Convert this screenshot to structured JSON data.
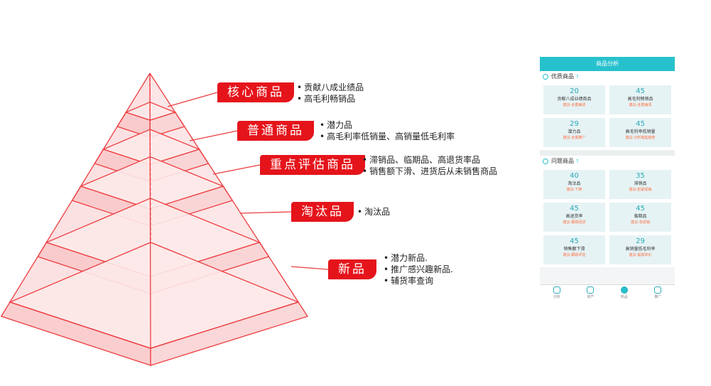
{
  "tiers": [
    {
      "label": "核心商品",
      "bullets": [
        "贡献八成业绩品",
        "高毛利畅销品"
      ]
    },
    {
      "label": "普通商品",
      "bullets": [
        "潜力品",
        "高毛利率低销量、高销量低毛利率"
      ]
    },
    {
      "label": "重点评估商品",
      "bullets": [
        "滞销品、临期品、高退货率品",
        "销售额下滑、进货后从未销售商品"
      ]
    },
    {
      "label": "淘汰品",
      "bullets": [
        "淘汰品"
      ]
    },
    {
      "label": "新品",
      "bullets": [
        "潜力新品.",
        "推广感兴趣新品.",
        "辅货率查询"
      ]
    }
  ],
  "colors": {
    "accent": "#e5141b",
    "pyramid_fill": "#fbdcdd",
    "pyramid_stroke": "#ec3d40",
    "app_primary": "#27c1ce"
  },
  "phone": {
    "title": "商品分析",
    "sections": [
      {
        "icon": "diamond-icon",
        "title": "优质商品",
        "cards": [
          {
            "value": "20",
            "name": "贡献八成业绩商品",
            "tag": "建议-全置铺货"
          },
          {
            "value": "45",
            "name": "高毛利畅销品",
            "tag": "建议-全置铺货"
          },
          {
            "value": "29",
            "name": "潜力品",
            "tag": "建议-全置推广"
          },
          {
            "value": "45",
            "name": "高毛利率低销量",
            "tag": "建议-分析销售趋势"
          }
        ]
      },
      {
        "icon": "bell-icon",
        "title": "问题商品",
        "cards": [
          {
            "value": "40",
            "name": "淘汰品",
            "tag": "建议-下架"
          },
          {
            "value": "35",
            "name": "滞销品",
            "tag": "建议-赶紧促销"
          },
          {
            "value": "45",
            "name": "高退货率",
            "tag": "建议-跟踪回货"
          },
          {
            "value": "45",
            "name": "临期品",
            "tag": "建议-去促销"
          },
          {
            "value": "45",
            "name": "销售额下滑",
            "tag": "建议-跟踪评估"
          },
          {
            "value": "29",
            "name": "高销量低毛利率",
            "tag": "建议-提高单价"
          }
        ]
      }
    ],
    "tabs": [
      {
        "label": "分析",
        "icon": "chart-icon"
      },
      {
        "label": "资产",
        "icon": "asset-icon"
      },
      {
        "label": "商品",
        "icon": "goods-icon",
        "active": true
      },
      {
        "label": "推广",
        "icon": "promote-icon"
      }
    ]
  }
}
